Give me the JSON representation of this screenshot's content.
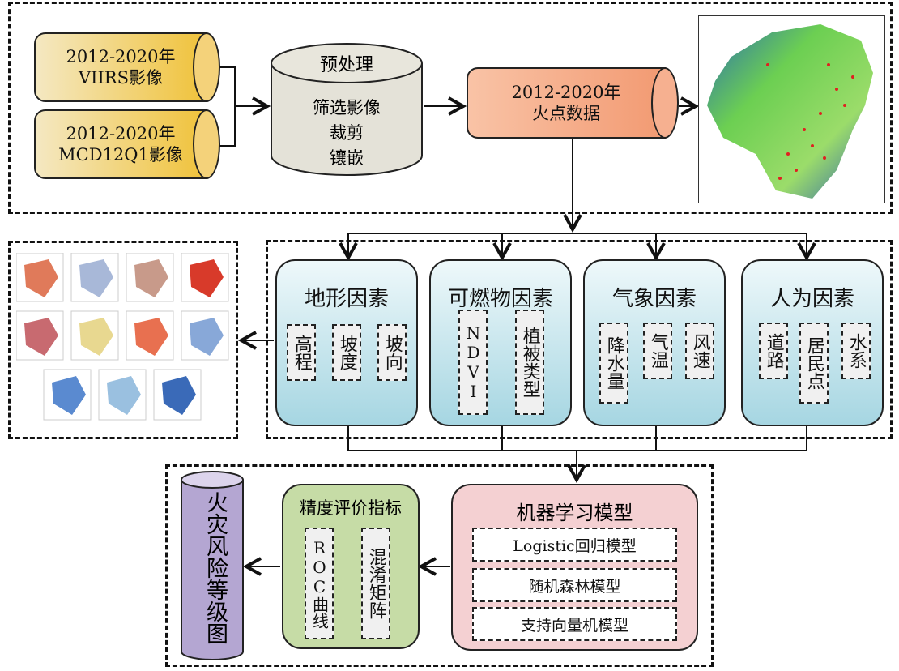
{
  "data_sources": [
    {
      "line1": "2012-2020年",
      "line2": "VIIRS影像"
    },
    {
      "line1": "2012-2020年",
      "line2": "MCD12Q1影像"
    }
  ],
  "preprocess": {
    "title": "预处理",
    "steps": [
      "筛选影像",
      "裁剪",
      "镶嵌"
    ]
  },
  "fire_data": {
    "line1": "2012-2020年",
    "line2": "火点数据"
  },
  "factors": [
    {
      "title": "地形因素",
      "items": [
        "高程",
        "坡度",
        "坡向"
      ]
    },
    {
      "title": "可燃物因素",
      "items": [
        "NDVI",
        "植被类型"
      ]
    },
    {
      "title": "气象因素",
      "items": [
        "降水量",
        "气温",
        "风速"
      ]
    },
    {
      "title": "人为因素",
      "items": [
        "道路",
        "居民点",
        "水系"
      ]
    }
  ],
  "ml": {
    "title": "机器学习模型",
    "models": [
      "Logistic回归模型",
      "随机森林模型",
      "支持向量机模型"
    ]
  },
  "accuracy": {
    "title": "精度评价指标",
    "items": [
      "ROC曲线",
      "混淆矩阵"
    ]
  },
  "output": {
    "title": "火灾风险等级图"
  },
  "colors": {
    "yellow": "#f0c23a",
    "gray": "#e4e2d8",
    "salmon": "#f4a27c",
    "teal": "#a6d6e2",
    "green": "#c6dca6",
    "pink": "#f4d0d2",
    "purple": "#b4a6d2"
  },
  "factor_map_thumbnails": 11
}
